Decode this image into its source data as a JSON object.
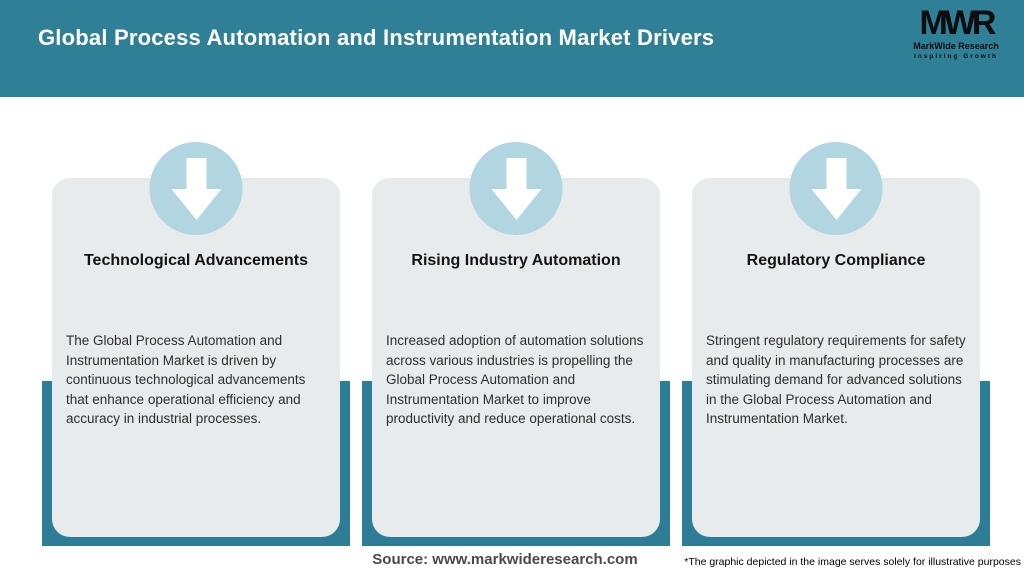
{
  "header": {
    "title": "Global Process Automation and Instrumentation Market Drivers",
    "background_color": "#2F7F96",
    "logo": {
      "monogram": "MWR",
      "name": "MarkWide Research",
      "tagline": "Inspiring Growth"
    }
  },
  "cards": [
    {
      "icon": "down-arrow-icon",
      "title": "Technological Advancements",
      "description": "The Global Process Automation and Instrumentation Market is driven by continuous technological advancements that enhance operational efficiency and accuracy in industrial processes."
    },
    {
      "icon": "down-arrow-icon",
      "title": "Rising Industry Automation",
      "description": "Increased adoption of automation solutions across various industries is propelling the Global Process Automation and Instrumentation Market to improve productivity and reduce operational costs."
    },
    {
      "icon": "down-arrow-icon",
      "title": "Regulatory Compliance",
      "description": "Stringent regulatory requirements for safety and quality in manufacturing processes are stimulating demand for advanced solutions in the Global Process Automation and Instrumentation Market."
    }
  ],
  "footer": {
    "source": "Source: www.markwideresearch.com",
    "disclaimer": "*The graphic depicted in the image serves solely for illustrative purposes"
  },
  "colors": {
    "teal_header": "#2F7F96",
    "teal_backing": "#2E7D96",
    "card_background": "#E8EBEB",
    "circle_blue": "#B2D5E2",
    "arrow": "#FFFFFF"
  }
}
